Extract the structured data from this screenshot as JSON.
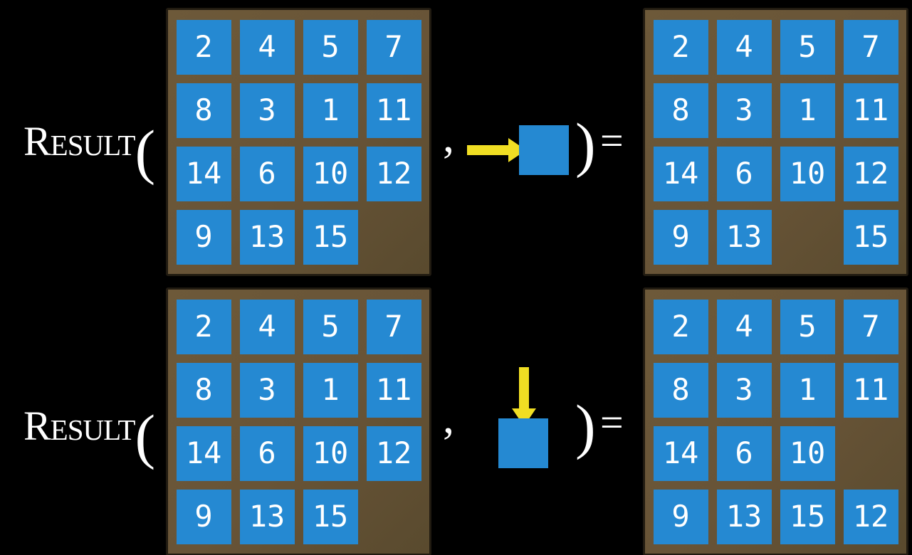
{
  "expression": {
    "function_name": "Result",
    "open_paren": "(",
    "comma": ",",
    "close_paren": ")",
    "equals_sign": "="
  },
  "rows": [
    {
      "move": {
        "direction": "right",
        "icon": "right-arrow-into-tile-icon"
      },
      "input_grid": [
        [
          2,
          4,
          5,
          7
        ],
        [
          8,
          3,
          1,
          11
        ],
        [
          14,
          6,
          10,
          12
        ],
        [
          9,
          13,
          15,
          null
        ]
      ],
      "output_grid": [
        [
          2,
          4,
          5,
          7
        ],
        [
          8,
          3,
          1,
          11
        ],
        [
          14,
          6,
          10,
          12
        ],
        [
          9,
          13,
          null,
          15
        ]
      ]
    },
    {
      "move": {
        "direction": "down",
        "icon": "down-arrow-into-tile-icon"
      },
      "input_grid": [
        [
          2,
          4,
          5,
          7
        ],
        [
          8,
          3,
          1,
          11
        ],
        [
          14,
          6,
          10,
          12
        ],
        [
          9,
          13,
          15,
          null
        ]
      ],
      "output_grid": [
        [
          2,
          4,
          5,
          7
        ],
        [
          8,
          3,
          1,
          11
        ],
        [
          14,
          6,
          10,
          null
        ],
        [
          9,
          13,
          15,
          12
        ]
      ]
    }
  ],
  "colors": {
    "background": "#000000",
    "tile_blue": "#2589D2",
    "board_brown": "#685437",
    "board_border": "#211B11",
    "arrow_yellow": "#F0DE23",
    "text_white": "#FFFFFF"
  }
}
